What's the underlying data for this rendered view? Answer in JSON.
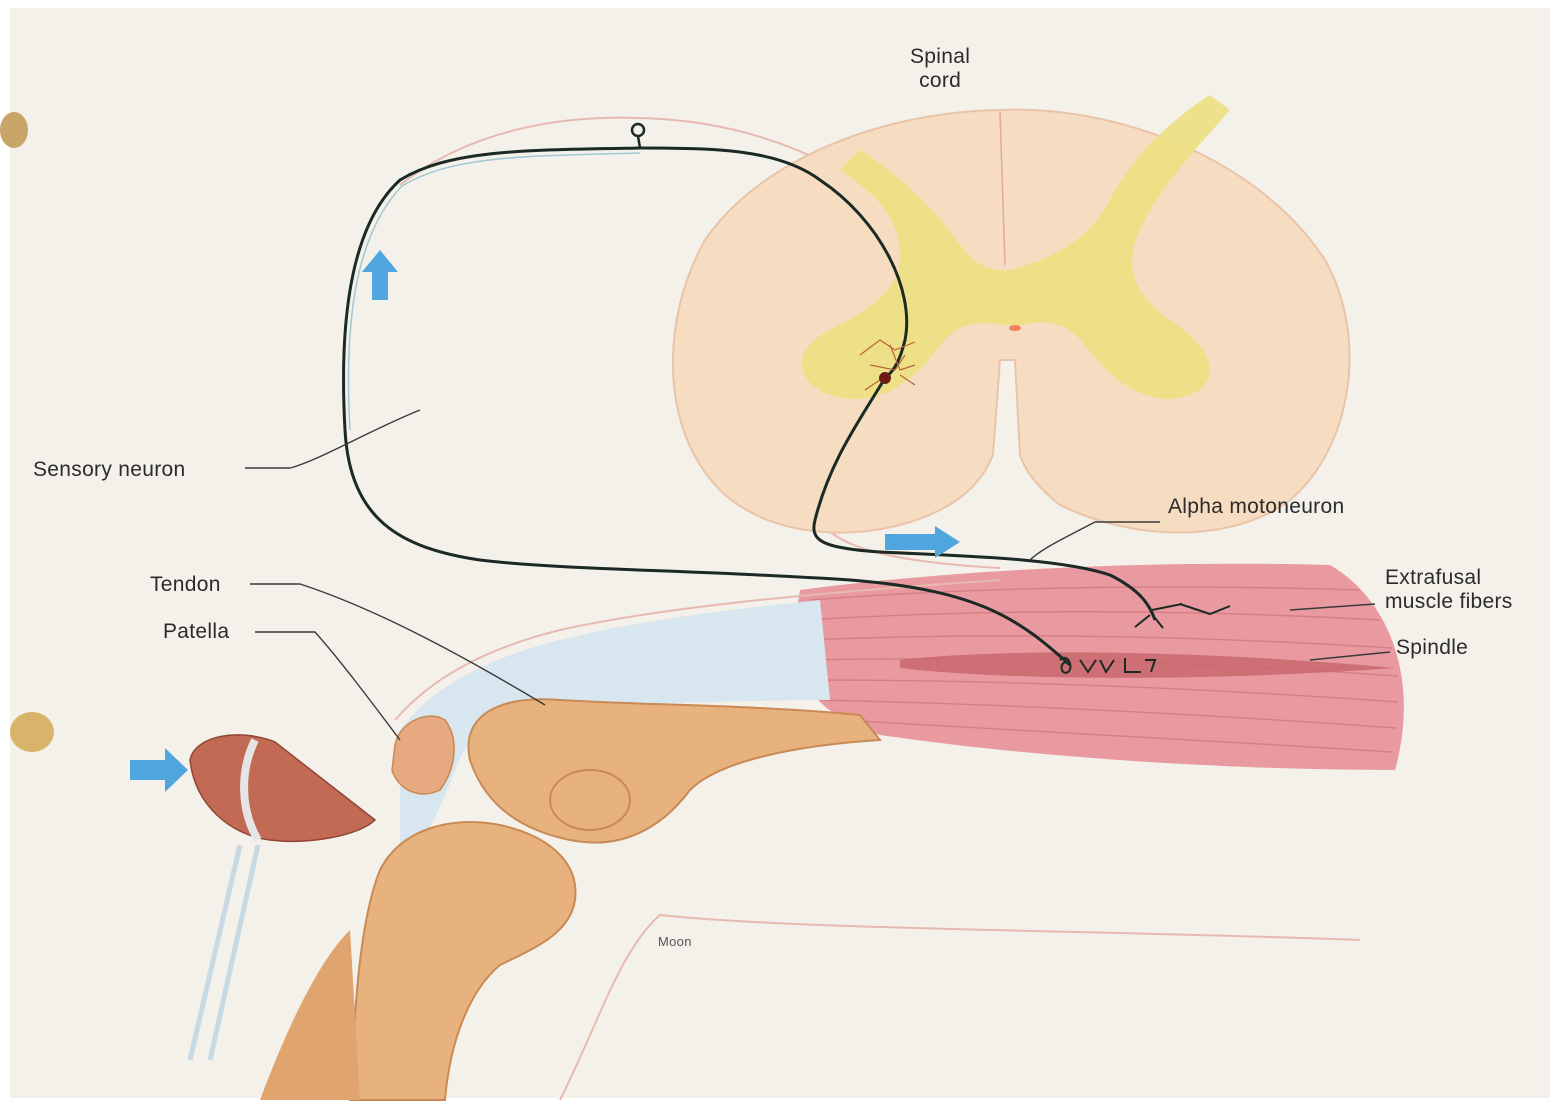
{
  "labels": {
    "spinal_cord": "Spinal\ncord",
    "sensory_neuron": "Sensory neuron",
    "alpha_motoneuron": "Alpha motoneuron",
    "extrafusal": "Extrafusal\nmuscle fibers",
    "spindle": "Spindle",
    "tendon": "Tendon",
    "patella": "Patella",
    "credit": "Moon"
  },
  "colors": {
    "page": "#f4f1ea",
    "gray_matter": "#ecdf84",
    "white_matter": "#f6dcc0",
    "muscle": "#e89aa0",
    "tendon": "#d7e6ef",
    "bone": "#e7b27d",
    "hammer": "#c36a55",
    "arrow": "#4fa6df",
    "nerve": "#1b2a24"
  }
}
